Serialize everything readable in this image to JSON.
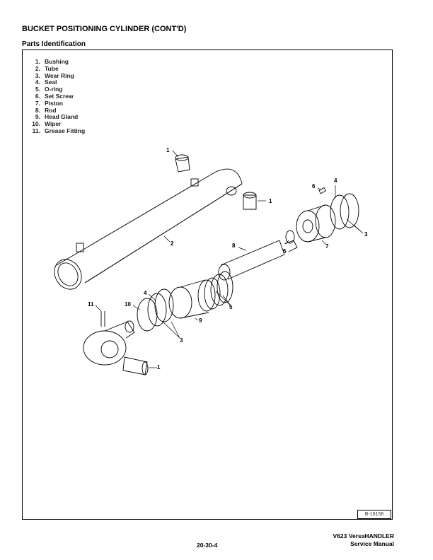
{
  "title": "BUCKET POSITIONING CYLINDER (CONT'D)",
  "subtitle": "Parts Identification",
  "parts": [
    {
      "num": "1.",
      "name": "Bushing"
    },
    {
      "num": "2.",
      "name": "Tube"
    },
    {
      "num": "3.",
      "name": "Wear Ring"
    },
    {
      "num": "4.",
      "name": "Seal"
    },
    {
      "num": "5.",
      "name": "O-ring"
    },
    {
      "num": "6.",
      "name": "Set Screw"
    },
    {
      "num": "7.",
      "name": "Piston"
    },
    {
      "num": "8.",
      "name": "Rod"
    },
    {
      "num": "9.",
      "name": "Head Gland"
    },
    {
      "num": "10.",
      "name": "Wiper"
    },
    {
      "num": "11.",
      "name": "Grease Fitting"
    }
  ],
  "callouts": [
    "1",
    "1",
    "2",
    "4",
    "6",
    "3",
    "8",
    "5",
    "7",
    "4",
    "10",
    "11",
    "5",
    "9",
    "3",
    "1"
  ],
  "figure_id": "B-16156",
  "footer": {
    "page_number": "20-30-4",
    "manual_line1": "V623 VersaHANDLER",
    "manual_line2": "Service Manual"
  }
}
